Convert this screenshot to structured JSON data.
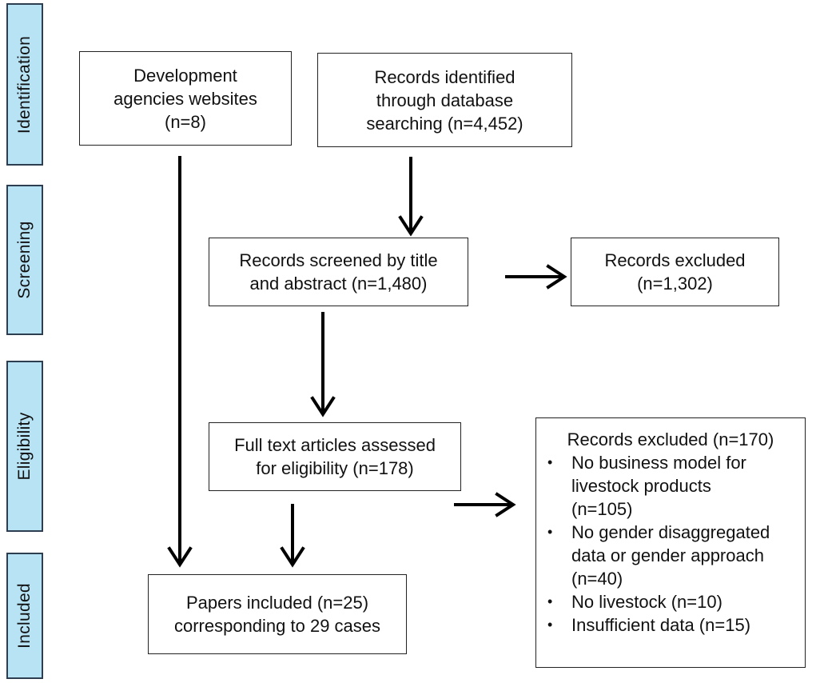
{
  "stages": {
    "identification": "Identification",
    "screening": "Screening",
    "eligibility": "Eligibility",
    "included": "Included"
  },
  "boxes": {
    "agencies": [
      "Development",
      "agencies websites",
      "(n=8)"
    ],
    "database": [
      "Records identified",
      "through database",
      "searching (n=4,452)"
    ],
    "screened": [
      "Records screened by title",
      "and abstract (n=1,480)"
    ],
    "excluded_screening": [
      "Records excluded",
      "(n=1,302)"
    ],
    "fulltext": [
      "Full text articles assessed",
      "for eligibility (n=178)"
    ],
    "included": [
      "Papers included (n=25)",
      "corresponding to 29 cases"
    ]
  },
  "excluded_eligibility": {
    "title": "Records excluded (n=170)",
    "items": [
      [
        "No business model for",
        "livestock products",
        "(n=105)"
      ],
      [
        "No gender disaggregated",
        "data or gender approach",
        "(n=40)"
      ],
      [
        "No livestock (n=10)"
      ],
      [
        "Insufficient data (n=15)"
      ]
    ]
  },
  "colors": {
    "stage_fill": "#b7e3f5",
    "stage_border": "#2c3e50",
    "arrow": "#000000"
  }
}
